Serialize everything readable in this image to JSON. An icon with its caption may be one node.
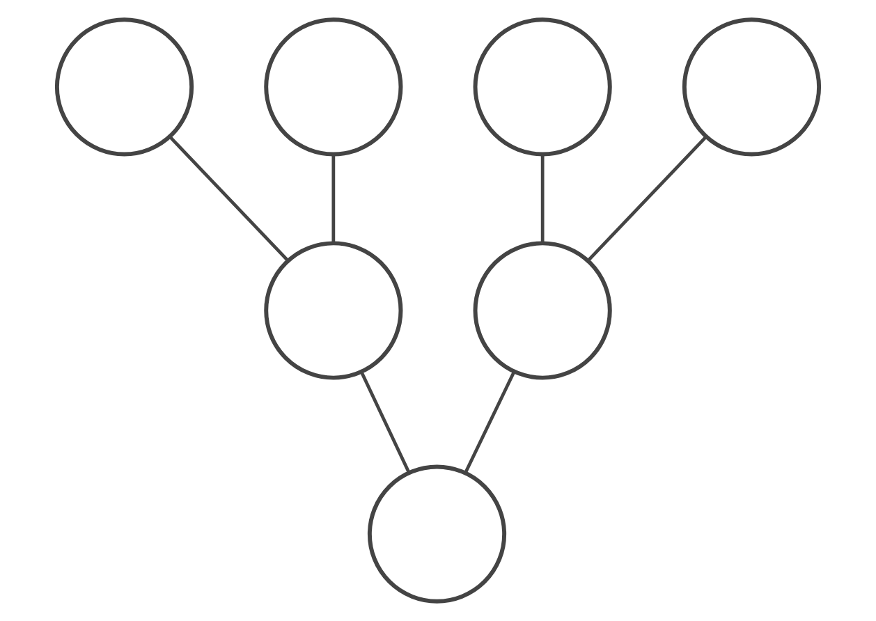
{
  "diagram": {
    "nodes": [
      {
        "text": [],
        "shape": "circle"
      },
      {
        "text": [],
        "shape": "circle"
      },
      {
        "text": [],
        "shape": "circle"
      },
      {
        "text": [],
        "shape": "circle"
      },
      {
        "text": [],
        "shape": "circle"
      },
      {
        "text": [],
        "shape": "circle"
      },
      {
        "text": [],
        "shape": "circle"
      }
    ],
    "edges": [
      {
        "from": 0,
        "to": 4,
        "arrow": "none"
      },
      {
        "from": 1,
        "to": 4,
        "arrow": "none"
      },
      {
        "from": 2,
        "to": 5,
        "arrow": "none"
      },
      {
        "from": 3,
        "to": 5,
        "arrow": "none"
      },
      {
        "from": 4,
        "to": 6,
        "arrow": "none"
      },
      {
        "from": 5,
        "to": 6,
        "arrow": "none"
      }
    ]
  }
}
